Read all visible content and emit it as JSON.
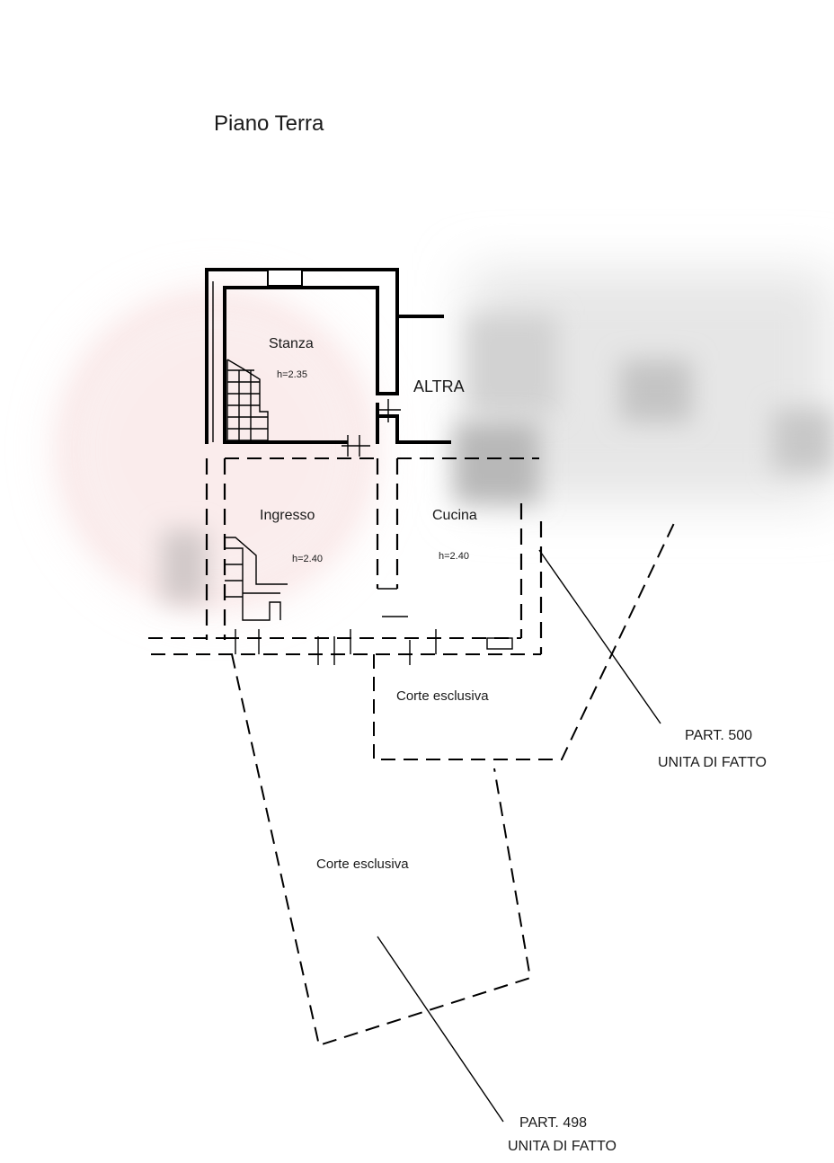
{
  "title": "Piano Terra",
  "rooms": {
    "stanza": {
      "name": "Stanza",
      "height": "h=2.35"
    },
    "ingresso": {
      "name": "Ingresso",
      "height": "h=2.40"
    },
    "cucina": {
      "name": "Cucina",
      "height": "h=2.40"
    },
    "altra": {
      "name": "ALTRA"
    }
  },
  "courts": {
    "upper": "Corte esclusiva",
    "lower": "Corte esclusiva"
  },
  "parts": {
    "p500": {
      "line1": "PART. 500",
      "line2": "UNITA DI FATTO"
    },
    "p498": {
      "line1": "PART. 498",
      "line2": "UNITA DI FATTO"
    }
  },
  "watermark_color": "#e8a0a0"
}
